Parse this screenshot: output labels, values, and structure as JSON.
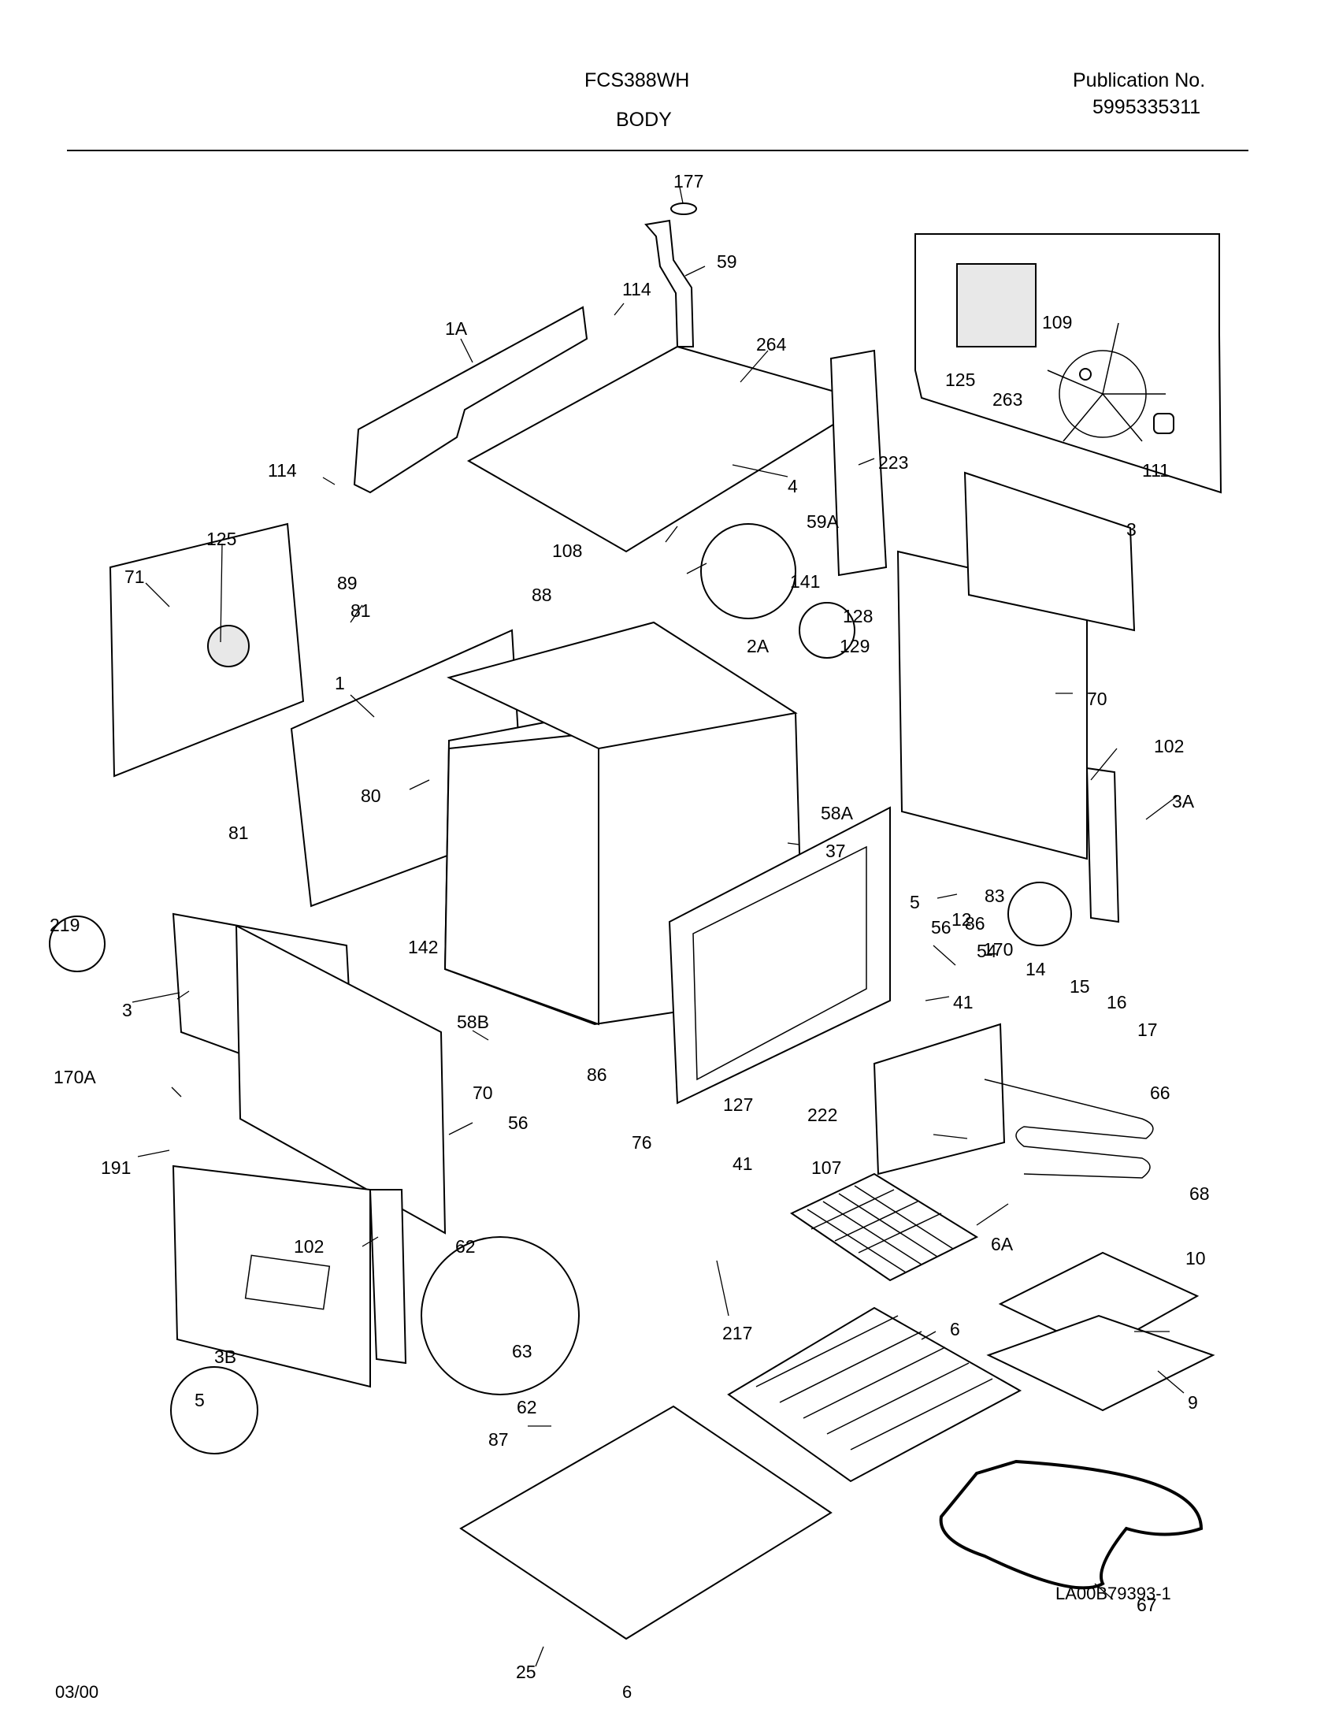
{
  "header": {
    "model": "FCS388WH",
    "section": "BODY",
    "publication_label": "Publication No.",
    "publication_number": "5995335311"
  },
  "figure_code": "LA00B79393-1",
  "footer": {
    "date": "03/00",
    "page": "6"
  },
  "callouts": [
    "177",
    "59",
    "114",
    "1A",
    "264",
    "223",
    "4",
    "114",
    "125",
    "71",
    "81",
    "89",
    "108",
    "59A",
    "141",
    "128",
    "129",
    "88",
    "2A",
    "3",
    "70",
    "102",
    "3A",
    "1",
    "80",
    "81",
    "37",
    "58A",
    "83",
    "5",
    "12",
    "86",
    "56",
    "219",
    "142",
    "170",
    "58B",
    "54",
    "14",
    "15",
    "16",
    "17",
    "3",
    "41",
    "170A",
    "86",
    "76",
    "127",
    "222",
    "66",
    "70",
    "56",
    "41",
    "107",
    "191",
    "68",
    "6A",
    "10",
    "102",
    "62",
    "63",
    "217",
    "6",
    "9",
    "3B",
    "5",
    "62",
    "87",
    "67",
    "25",
    "109",
    "125",
    "263",
    "111"
  ]
}
